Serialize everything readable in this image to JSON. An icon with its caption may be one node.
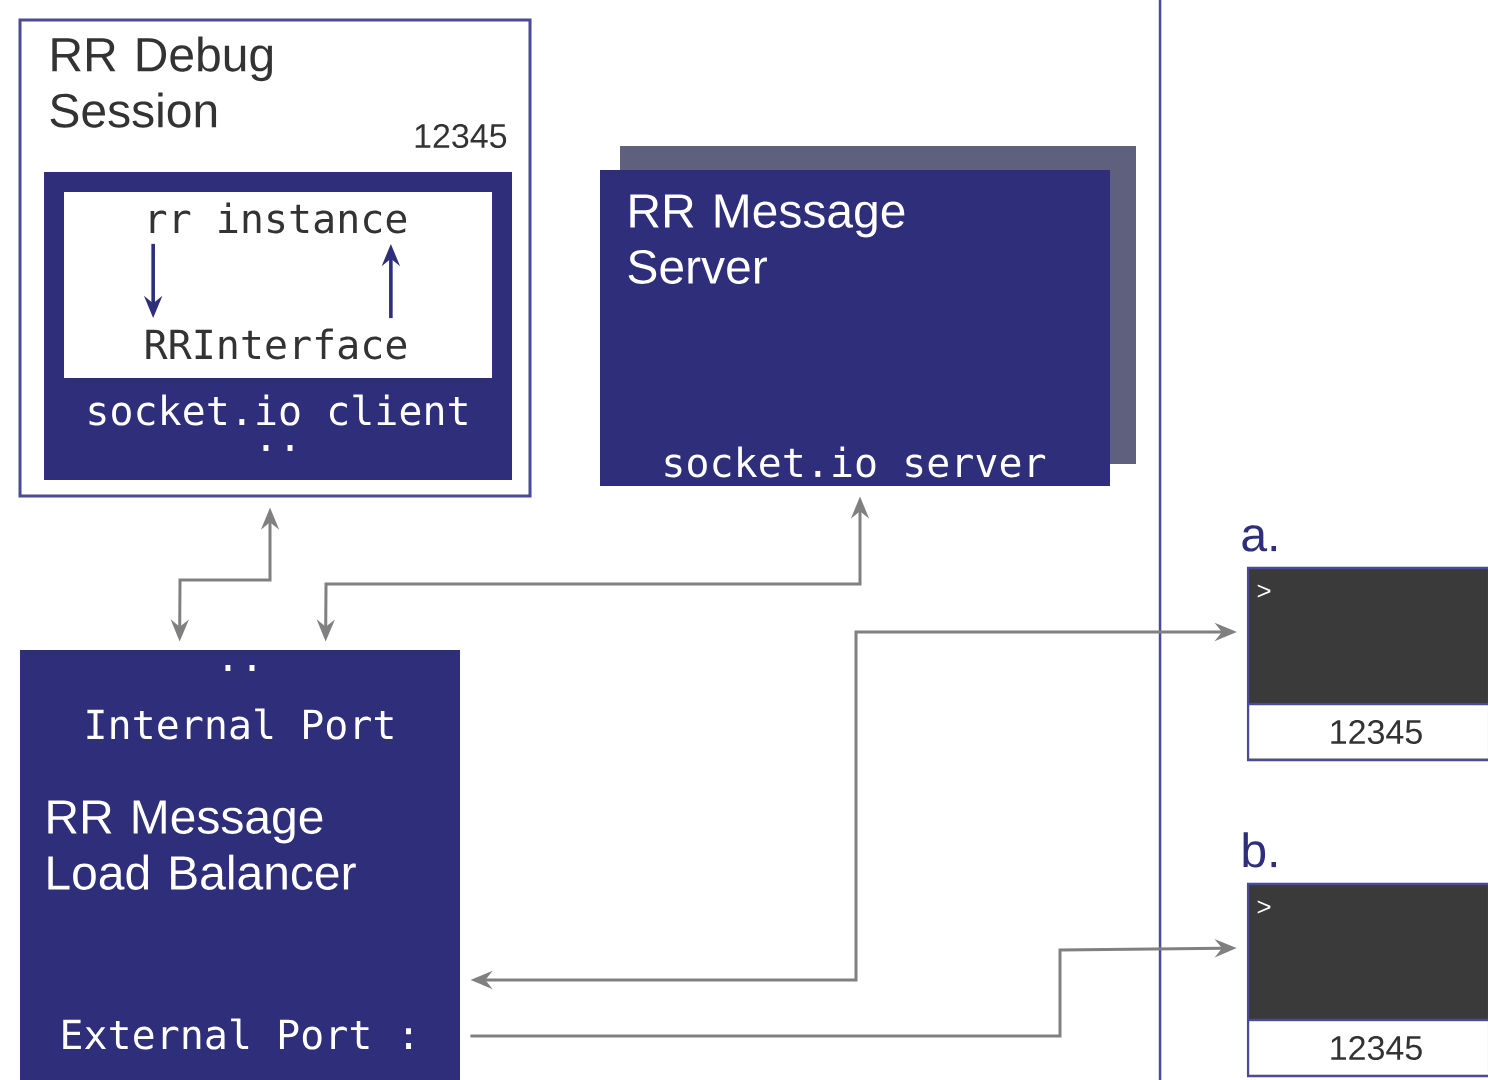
{
  "diagram": {
    "nodes": [
      {
        "text": [
          "RR Debug Session",
          "12345"
        ]
      },
      {
        "text": [
          "socket.io client",
          ".."
        ],
        "in": 0
      },
      {
        "text": [],
        "shape": "box",
        "in": 1
      },
      {
        "text": [
          "rr instance"
        ],
        "in": 2
      },
      {
        "text": [
          "RRInterface"
        ],
        "in": 2
      },
      {
        "text": [
          "RR Message Server",
          "socket.io server"
        ]
      },
      {
        "text": [
          "..",
          "Internal Port",
          "RR Message Load Balancer",
          "External Port :"
        ]
      },
      {
        "text": [
          ">",
          "12345"
        ],
        "beside": [
          "a."
        ]
      },
      {
        "text": [
          ">",
          "12345"
        ],
        "beside": [
          "b."
        ]
      }
    ],
    "edges": [
      {
        "from": 3,
        "to": 4,
        "arrow": "to",
        "color": "#2e2e7a"
      },
      {
        "from": 4,
        "to": 3,
        "arrow": "to",
        "color": "#2e2e7a"
      },
      {
        "from": 6,
        "to": 0,
        "arrow": "both"
      },
      {
        "from": 6,
        "to": 5,
        "arrow": "both"
      },
      {
        "from": 6,
        "to": 7,
        "arrow": "both"
      },
      {
        "from": 6,
        "to": 8,
        "arrow": "to"
      }
    ]
  }
}
